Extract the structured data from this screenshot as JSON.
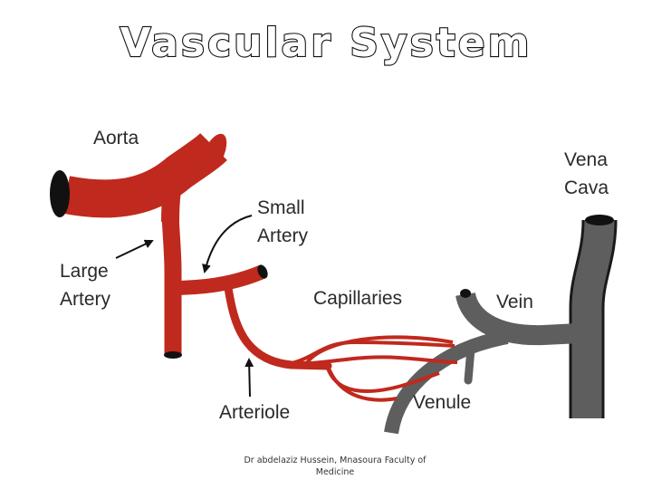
{
  "title": "Vascular System",
  "labels": {
    "aorta": "Aorta",
    "vena_cava_line1": "Vena",
    "vena_cava_line2": "Cava",
    "small_artery_line1": "Small",
    "small_artery_line2": "Artery",
    "large_artery_line1": "Large",
    "large_artery_line2": "Artery",
    "capillaries": "Capillaries",
    "vein": "Vein",
    "arteriole": "Arteriole",
    "venule": "Venule"
  },
  "footer": {
    "line1": "Dr abdelaziz Hussein, Mnasoura Faculty of",
    "line2": "Medicine"
  },
  "colors": {
    "artery": "#c0291d",
    "vein": "#5e5e5e",
    "outline": "#111111"
  }
}
